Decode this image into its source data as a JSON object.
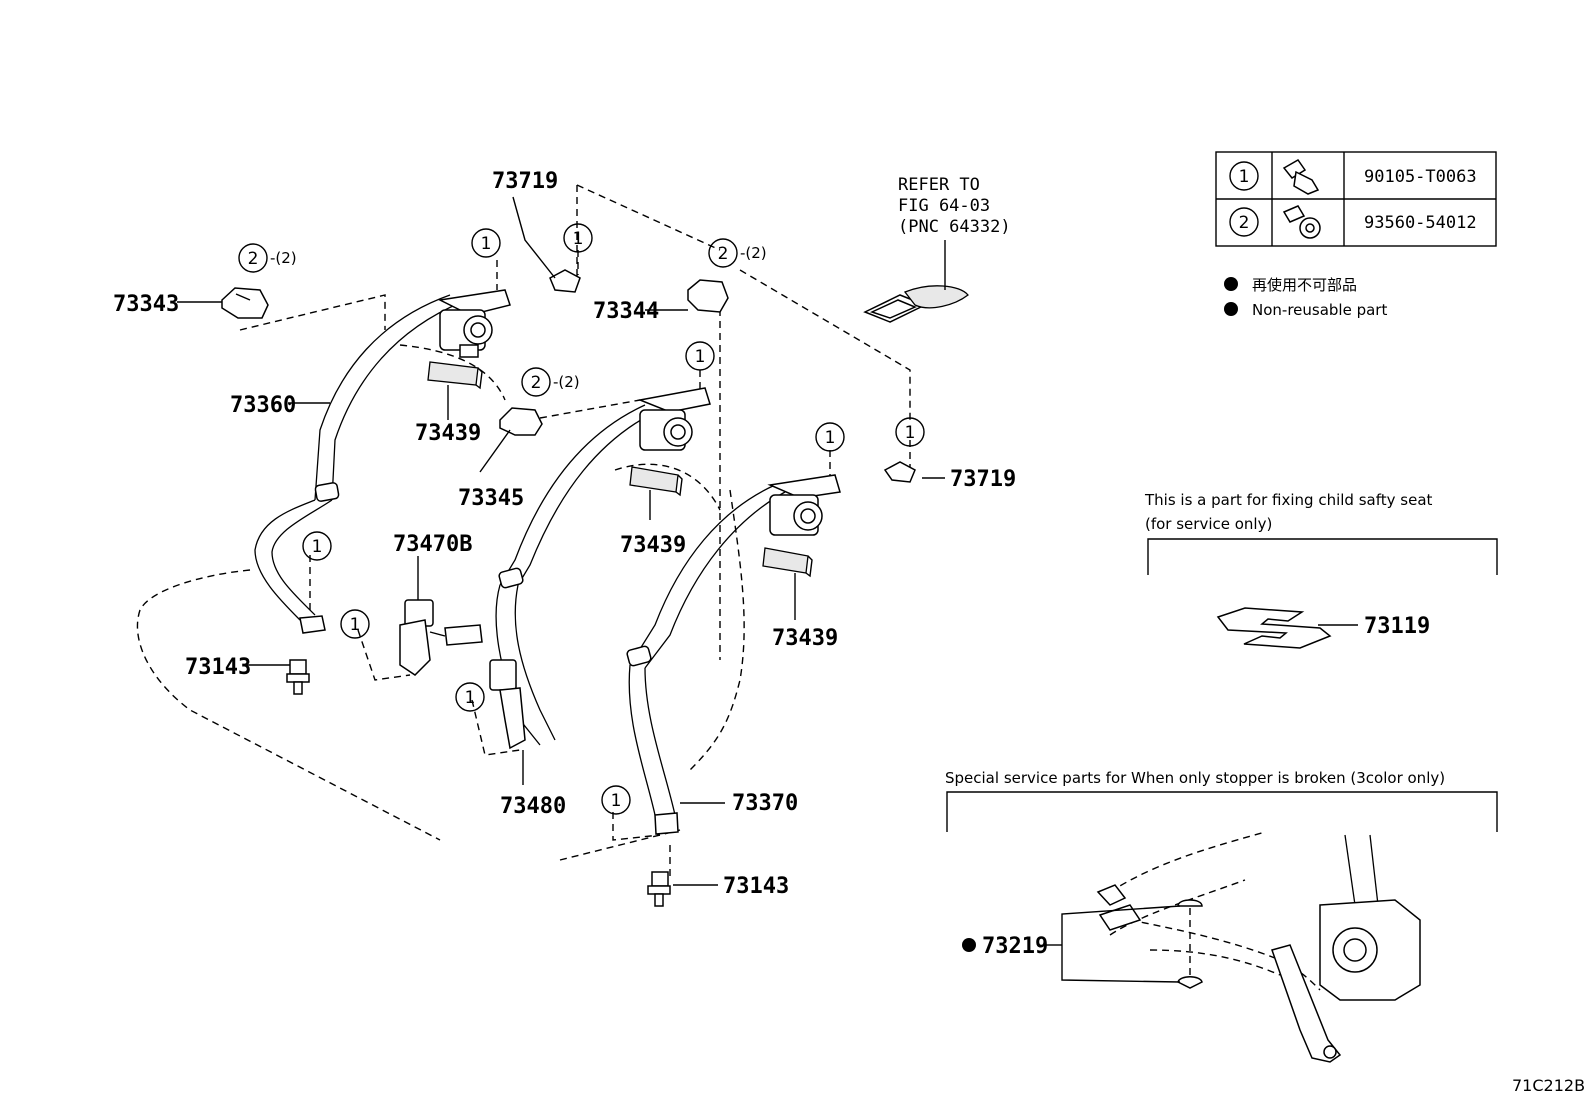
{
  "parts": {
    "p73343": "73343",
    "p73360": "73360",
    "p73439a": "73439",
    "p73439b": "73439",
    "p73439c": "73439",
    "p73345": "73345",
    "p73719a": "73719",
    "p73719b": "73719",
    "p73344": "73344",
    "p73470B": "73470B",
    "p73143a": "73143",
    "p73143b": "73143",
    "p73480": "73480",
    "p73370": "73370",
    "p73119": "73119",
    "p73219": "73219"
  },
  "callouts": {
    "one": "1",
    "two": "2",
    "qty2": "-(2)"
  },
  "refer": {
    "line1": "REFER TO",
    "line2": "FIG 64-03",
    "line3": "(PNC 64332)"
  },
  "fastener_table": {
    "rows": [
      {
        "ref": "1",
        "part": "90105-T0063"
      },
      {
        "ref": "2",
        "part": "93560-54012"
      }
    ]
  },
  "legend": {
    "japanese": "再使用不可部品",
    "english": "Non-reusable part"
  },
  "notes": {
    "child_seat": "This is a part for fixing child safty seat",
    "child_seat_sub": "(for service only)",
    "special": "Special service parts for When only stopper is broken (3color only)"
  },
  "figure_code": "71C212B"
}
